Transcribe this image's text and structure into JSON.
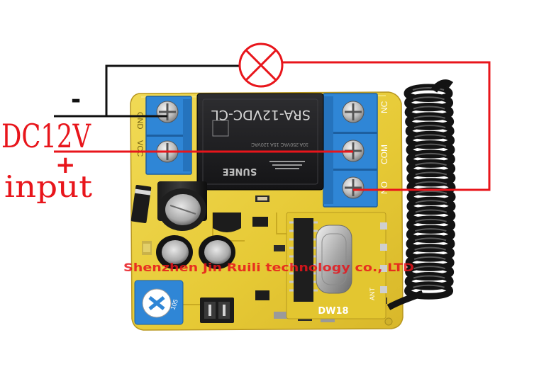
{
  "labels": {
    "minus": "-",
    "dc": "DC12V",
    "plus": "+",
    "input": "input",
    "relay_model": "SRA-12VDC-CL",
    "relay_brand": "SUNEE",
    "term_gnd": "GND",
    "term_vcc": "VCC",
    "term_nc": "NC",
    "term_com": "COM",
    "term_no": "NO",
    "ant": "ANT",
    "module": "DW18",
    "company": "Shenzhen Jin Ruili technology co., LTD"
  },
  "colors": {
    "wire_black": "#111111",
    "wire_red": "#e8151b",
    "pcb": "#e9cf3c",
    "terminal": "#2f86d6",
    "relay": "#1c1c1e",
    "antenna": "#131313"
  }
}
